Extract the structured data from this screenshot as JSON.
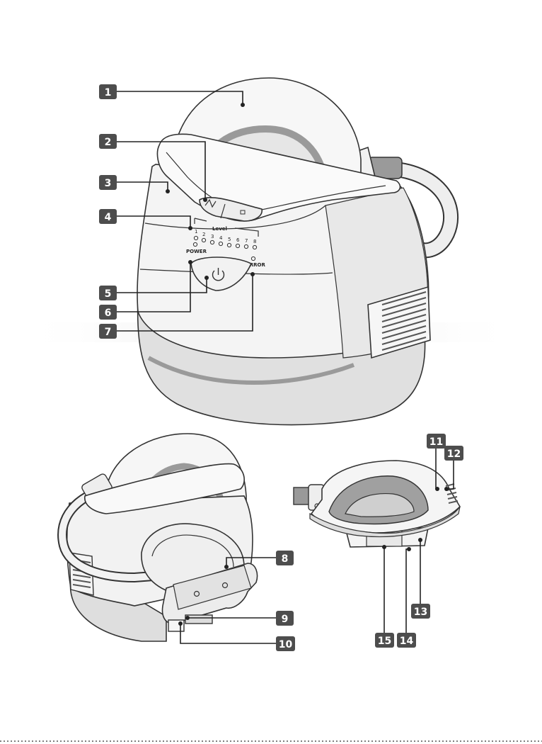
{
  "callouts": [
    "1",
    "2",
    "3",
    "4",
    "5",
    "6",
    "7",
    "8",
    "9",
    "10",
    "11",
    "12",
    "13",
    "14",
    "15"
  ],
  "panel_labels": {
    "level": "Level",
    "level_numbers": [
      "1",
      "2",
      "3",
      "4",
      "5",
      "6",
      "7",
      "8"
    ],
    "power": "POWER",
    "error": "ERROR"
  },
  "colors": {
    "callout_bg": "#4d4d4d",
    "body_light": "#f4f4f4",
    "body_grey": "#d9d9d9",
    "lens_grey": "#9a9a9a",
    "base_grey": "#e3e3e3"
  }
}
